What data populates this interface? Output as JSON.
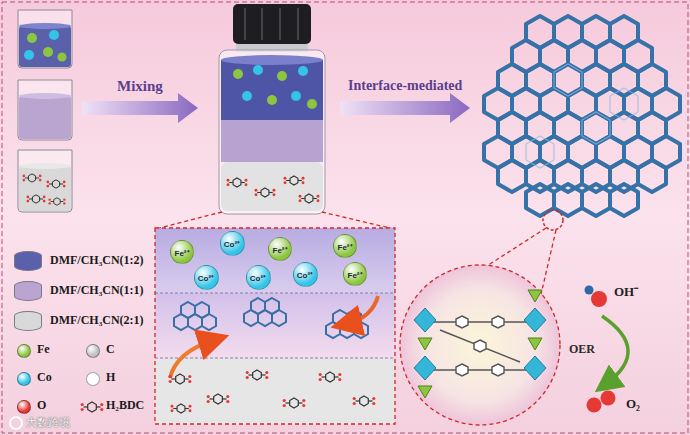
{
  "diagram": {
    "nodes": [
      {
        "text": [
          "Fe²⁺"
        ]
      },
      {
        "text": [
          "Co²⁺"
        ]
      },
      {
        "text": [
          "Fe²⁺"
        ]
      },
      {
        "text": [
          "Fe²⁺"
        ]
      },
      {
        "text": [
          "Co²⁺"
        ]
      },
      {
        "text": [
          "Co²⁺"
        ]
      },
      {
        "text": [
          "Co²⁺"
        ]
      },
      {
        "text": [
          "Fe²⁺"
        ]
      }
    ],
    "labels": [
      "Mixing",
      "Interface-mediated",
      "OER",
      "OH⁻",
      "O₂",
      "大数跨境"
    ],
    "legend": [
      {
        "text": "DMF/CH₃CN(1:2)",
        "color": "#5b60ab"
      },
      {
        "text": "DMF/CH₃CN(1:1)",
        "color": "#b9a5cf"
      },
      {
        "text": "DMF/CH₃CN(2:1)",
        "color": "#d9d9d9"
      },
      {
        "text": "Fe",
        "color": "#8cc63f"
      },
      {
        "text": "C",
        "color": "#bfbfbf"
      },
      {
        "text": "Co",
        "color": "#33c4e8"
      },
      {
        "text": "H",
        "color": "#ffffff"
      },
      {
        "text": "O",
        "color": "#e53935"
      },
      {
        "text": "H₂BDC"
      }
    ]
  }
}
